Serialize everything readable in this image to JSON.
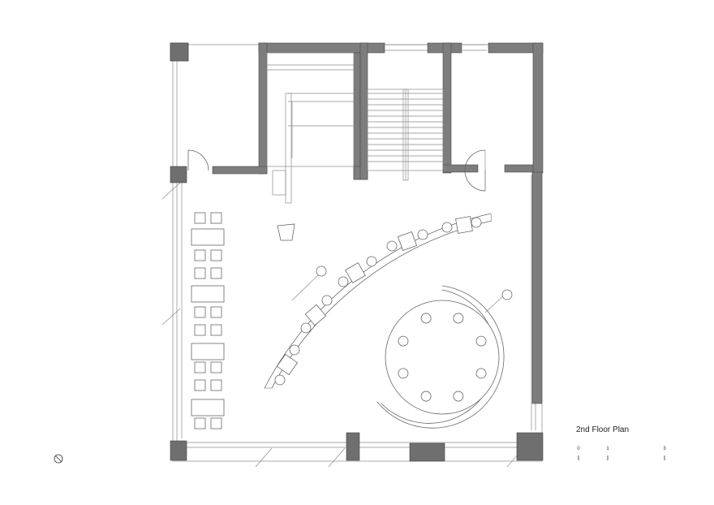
{
  "drawing": {
    "title": "2nd Floor Plan",
    "scale_bar": {
      "labels": [
        "0",
        "1",
        "3"
      ]
    }
  },
  "colors": {
    "wall": "#7d7d7d",
    "line": "#8a8a8a",
    "background": "#ffffff"
  },
  "icons": {
    "north": "north-arrow-icon"
  }
}
